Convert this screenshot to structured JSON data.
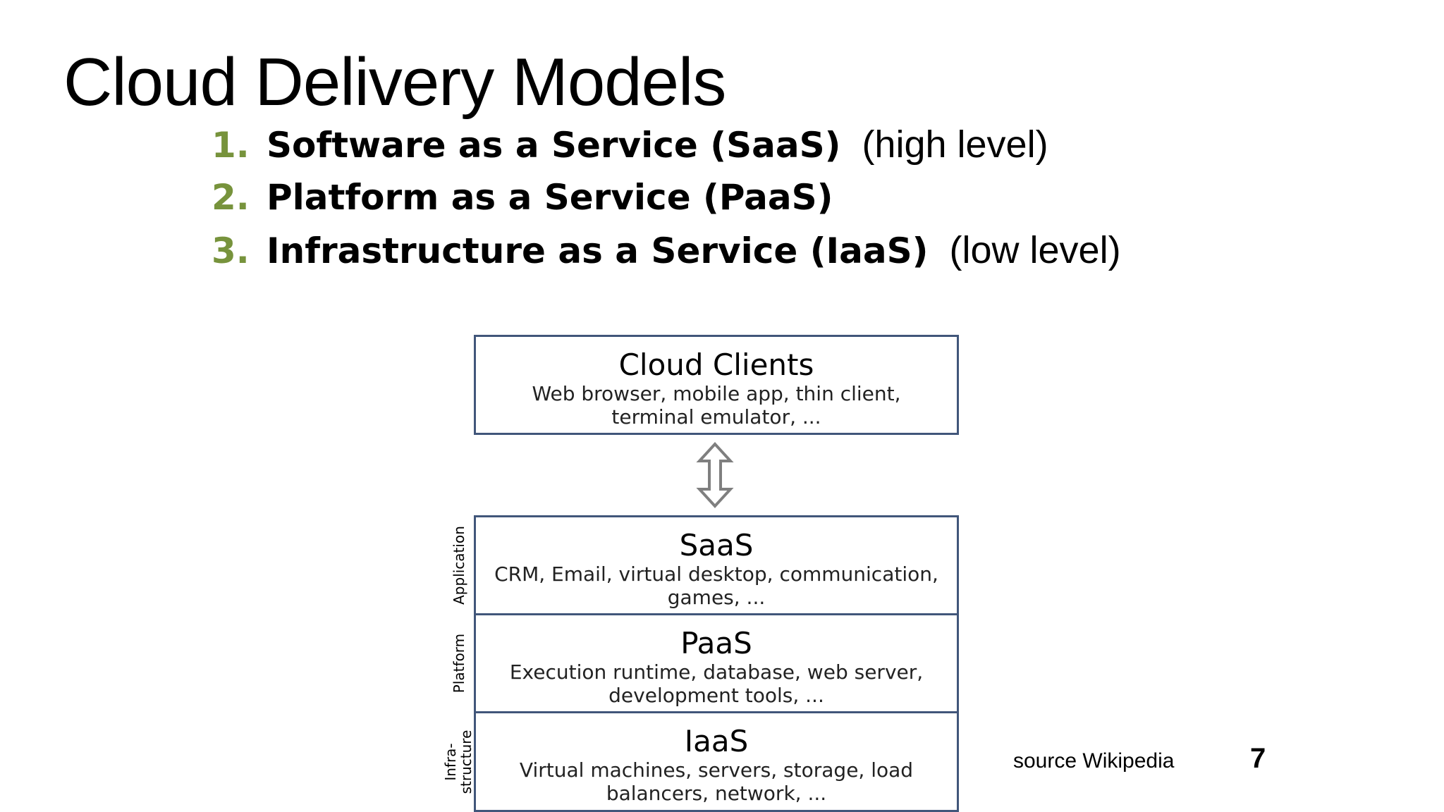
{
  "slide": {
    "title": "Cloud Delivery Models",
    "page_number": "7",
    "source": "source Wikipedia"
  },
  "models": [
    {
      "number": "1.",
      "name": "Software as a Service (SaaS)",
      "level": "(high level)"
    },
    {
      "number": "2.",
      "name": "Platform as a Service (PaaS)",
      "level": ""
    },
    {
      "number": "3.",
      "name": "Infrastructure as a Service (IaaS)",
      "level": "(low level)"
    }
  ],
  "diagram": {
    "clients": {
      "title": "Cloud Clients",
      "description": "Web browser, mobile app, thin client, terminal emulator, ..."
    },
    "layers": [
      {
        "title": "SaaS",
        "description": "CRM, Email, virtual desktop, communication, games, ...",
        "side_label": "Application"
      },
      {
        "title": "PaaS",
        "description": "Execution runtime, database, web server, development tools, ...",
        "side_label": "Platform"
      },
      {
        "title": "IaaS",
        "description": "Virtual machines, servers, storage, load balancers, network, ...",
        "side_label": "Infra-\nstructure"
      }
    ],
    "colors": {
      "border": "#41567a",
      "arrow": "#7f7f7f",
      "list_number": "#77933c"
    }
  }
}
